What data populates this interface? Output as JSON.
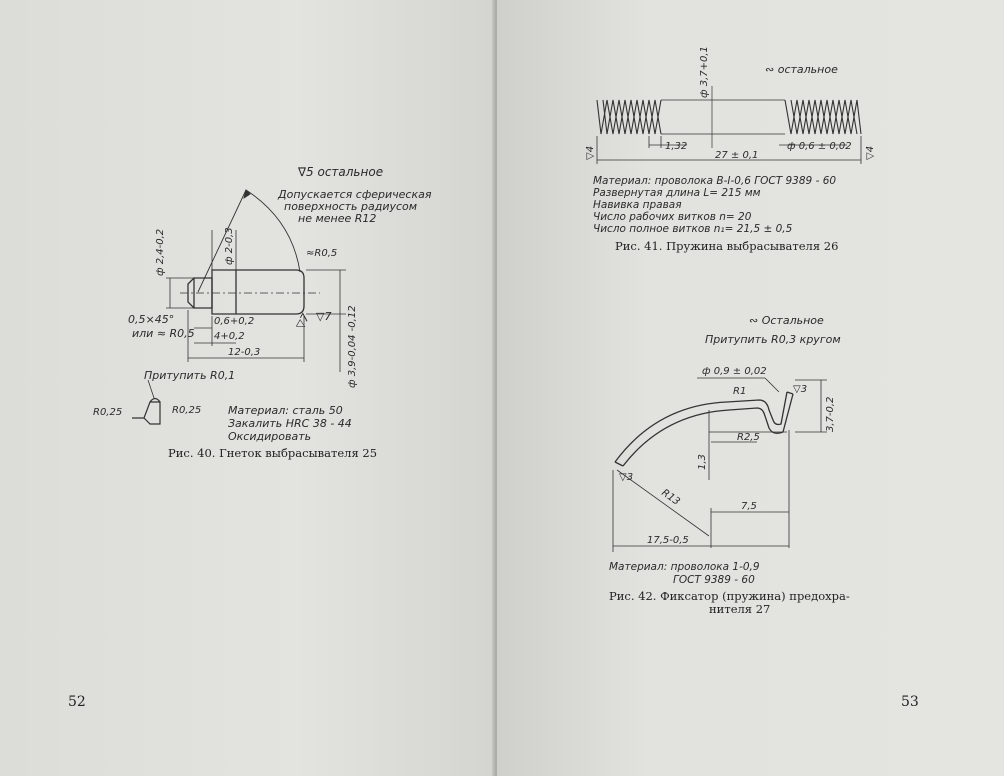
{
  "left_page": {
    "page_number": "52",
    "figure40": {
      "surface": "∇5 остальное",
      "note": [
        "Допускается сферическая",
        "поверхность радиусом",
        "не менее R12"
      ],
      "dims": {
        "d_head": "ф 2,4-0,2",
        "d_shank": "ф 2-0,3",
        "r_end": "≈R0,5",
        "chamfer": "0,5×45°",
        "or_r": "или ≈ R0,5",
        "len06": "0,6+0,2",
        "len4": "4+0,2",
        "len12": "12-0,3",
        "d39": "ф 3,9-0,04 -0,12",
        "tri7a": "▽7",
        "tri7b": "▽7"
      },
      "detail": {
        "blunt": "Притупить R0,1",
        "r_left": "R0,25",
        "r_right": "R0,25"
      },
      "material": [
        "Материал: сталь 50",
        "Закалить HRC 38 - 44",
        "Оксидировать"
      ],
      "caption": "Рис. 40. Гнеток выбрасывателя 25"
    }
  },
  "right_page": {
    "page_number": "53",
    "figure41": {
      "surface": "∾ остальное",
      "dims": {
        "d_outer": "ф 3,7+0,1",
        "pitch": "1,32",
        "wire": "ф 0,6 ± 0,02",
        "length": "27 ± 0,1",
        "tri_left": "▽4",
        "tri_right": "▽4"
      },
      "spec": [
        "Материал: проволока В-I-0,6 ГОСТ 9389 - 60",
        "Развернутая длина L= 215 мм",
        "Навивка правая",
        "Число рабочих витков n= 20",
        "Число полное витков n₁= 21,5 ± 0,5"
      ],
      "caption": "Рис. 41. Пружина выбрасывателя 26"
    },
    "figure42": {
      "surface": "∾ Остальное",
      "blunt": "Притупить R0,3 кругом",
      "dims": {
        "wire": "ф 0,9 ± 0,02",
        "r1": "R1",
        "tri3a": "▽3",
        "h37": "3,7-0,2",
        "r25": "R2,5",
        "h13": "1,3",
        "tri3b": "▽3",
        "r13": "R13",
        "len75": "7,5",
        "len175": "17,5-0,5"
      },
      "material": [
        "Материал: проволока 1-0,9",
        "ГОСТ 9389 - 60"
      ],
      "caption": [
        "Рис. 42. Фиксатор (пружина) предохра-",
        "нителя 27"
      ]
    }
  }
}
